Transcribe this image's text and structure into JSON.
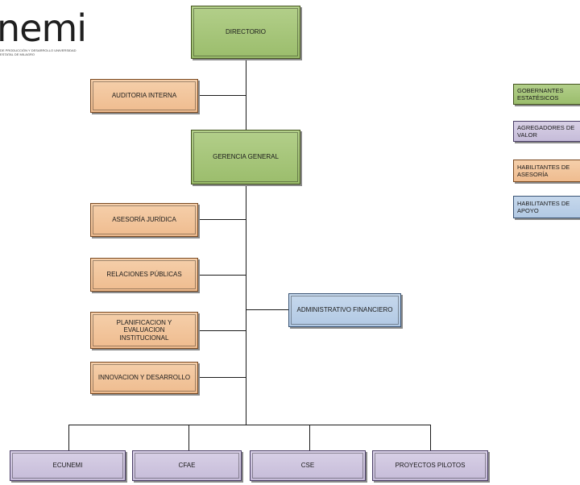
{
  "logo": {
    "text": "nemi",
    "subtitle": "de producción y desarrollo universidad estatal de milagro"
  },
  "nodes": {
    "directorio": "DIRECTORIO",
    "auditoria": "AUDITORIA INTERNA",
    "gerencia": "GERENCIA GENERAL",
    "asesoria": "ASESORÍA JURÍDICA",
    "relaciones": "RELACIONES PÚBLICAS",
    "planificacion": "PLANIFICACION Y EVALUACION INSTITUCIONAL",
    "innovacion": "INNOVACION Y DESARROLLO",
    "administrativo": "ADMINISTRATIVO FINANCIERO",
    "ecunemi": "ECUNEMI",
    "cfae": "CFAE",
    "cse": "CSE",
    "proyectos": "PROYECTOS PILOTOS"
  },
  "legend": [
    {
      "label": "GOBERNANTES ESTATÉSICOS",
      "color": "#9bbd6c"
    },
    {
      "label": "AGREGADORES DE VALOR",
      "color": "#c6bcd9"
    },
    {
      "label": "HABILITANTES DE ASESORÍA",
      "color": "#efbc8f"
    },
    {
      "label": "HABILITANTES DE APOYO",
      "color": "#b2c9e4"
    }
  ]
}
